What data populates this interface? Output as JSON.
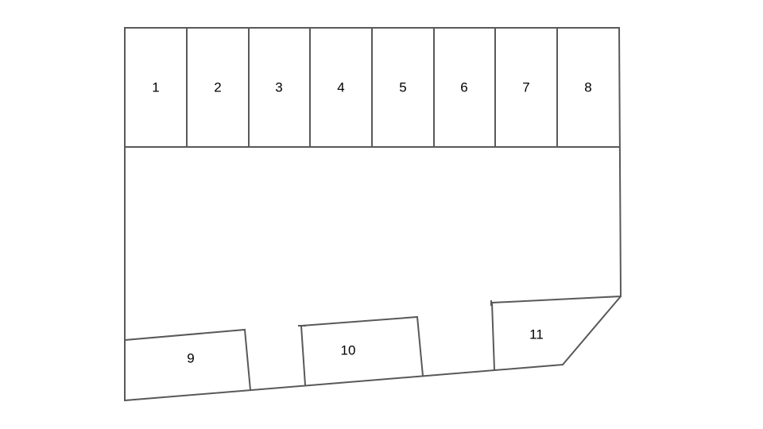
{
  "diagram": {
    "lot_labels": [
      {
        "id": "lot-1",
        "text": "1"
      },
      {
        "id": "lot-2",
        "text": "2"
      },
      {
        "id": "lot-3",
        "text": "3"
      },
      {
        "id": "lot-4",
        "text": "4"
      },
      {
        "id": "lot-5",
        "text": "5"
      },
      {
        "id": "lot-6",
        "text": "6"
      },
      {
        "id": "lot-7",
        "text": "7"
      },
      {
        "id": "lot-8",
        "text": "8"
      },
      {
        "id": "lot-9",
        "text": "9"
      },
      {
        "id": "lot-10",
        "text": "10"
      },
      {
        "id": "lot-11",
        "text": "11"
      }
    ],
    "colors": {
      "line": "#595959",
      "text": "#000000",
      "background": "#ffffff"
    }
  }
}
